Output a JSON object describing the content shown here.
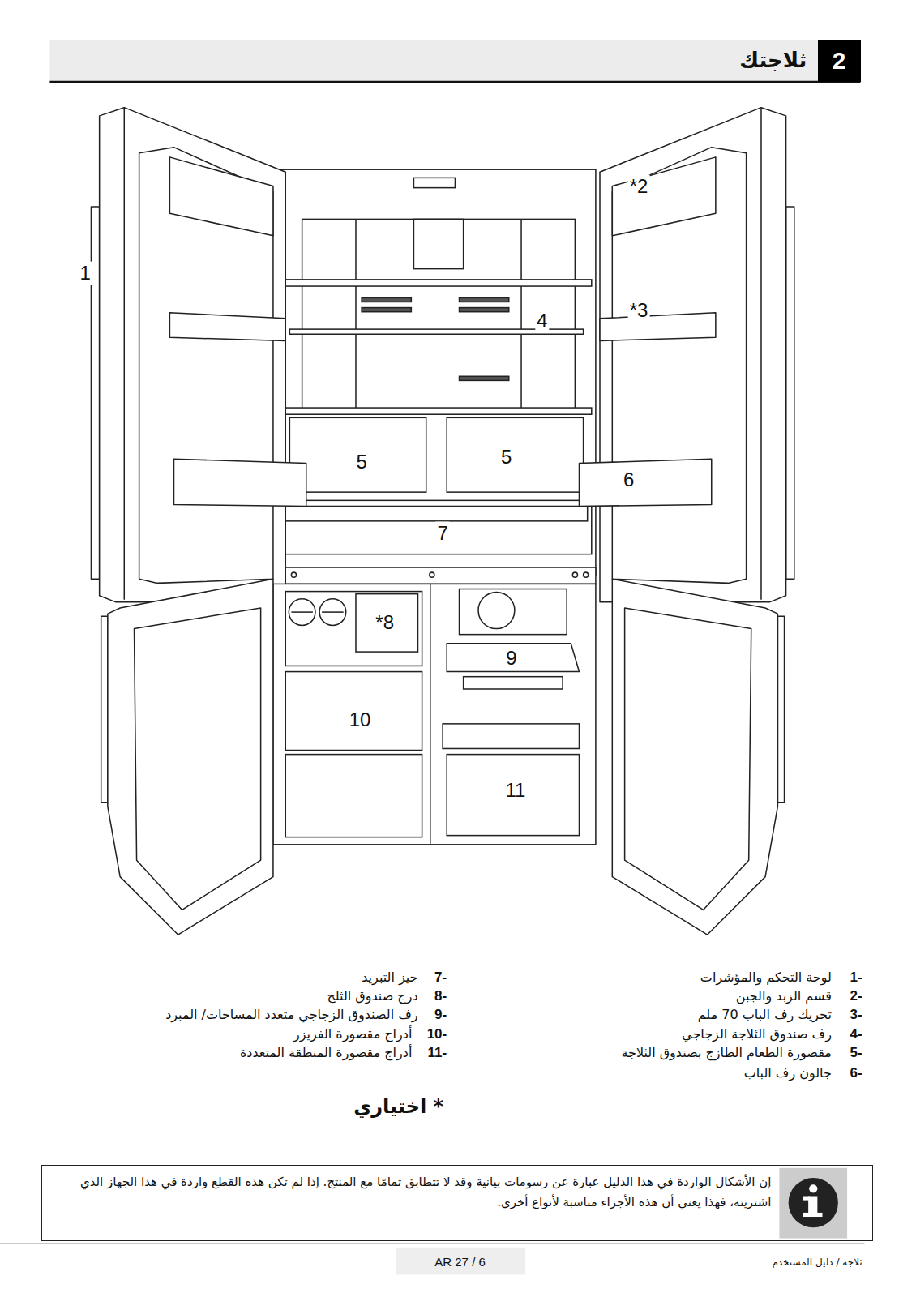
{
  "diagram": {
    "title": "ثلاجتك",
    "nodes": [
      {
        "text": [
          "2"
        ]
      },
      {
        "text": [
          "إن الأشكال الواردة في هذا الدليل عبارة عن رسومات بيانية وقد لا تتطابق تمامًا مع المنتج. إذا لم تكن هذه القطع واردة في هذا الجهاز الذي اشتريته، فهذا يعني أن هذه الأجزاء مناسبة لأنواع أخرى."
        ]
      }
    ],
    "labels": [
      "1",
      "*2",
      "*3",
      "4",
      "5",
      "5",
      "6",
      "7",
      "*8",
      "9",
      "10",
      "11",
      "1-",
      "لوحة التحكم والمؤشرات",
      "2-",
      "قسم الزبد والجبن",
      "3-",
      "تحريك رف الباب 70 ملم",
      "4-",
      "رف صندوق الثلاجة الزجاجي",
      "5-",
      "مقصورة الطعام الطازج بصندوق الثلاجة",
      "6-",
      "جالون رف الباب",
      "7-",
      "حيز التبريد",
      "8-",
      "درج صندوق الثلج",
      "9-",
      "رف الصندوق الزجاجي متعدد المساحات/ المبرد",
      "10-",
      "أدراج مقصورة الفريزر",
      "11-",
      "أدراج مقصورة المنطقة المتعددة",
      "* اختياري",
      "AR 27 / 6",
      "ثلاجة / دليل المستخدم"
    ]
  }
}
